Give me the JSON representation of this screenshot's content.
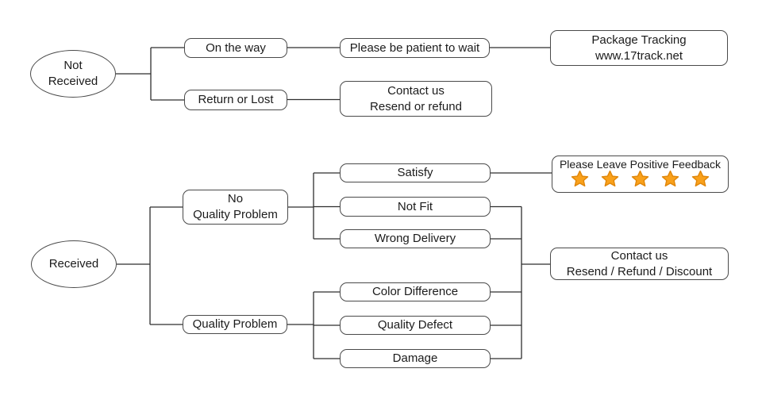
{
  "diagram": {
    "title": "order problem resolution flowchart",
    "nodes": {
      "not_received": "Not\nReceived",
      "on_the_way": "On the way",
      "please_wait": "Please be patient to wait",
      "package_tracking": "Package Tracking\nwww.17track.net",
      "return_or_lost": "Return or Lost",
      "contact_resend_refund": "Contact us\nResend or refund",
      "received": "Received",
      "no_quality_problem": "No\nQuality Problem",
      "quality_problem": "Quality Problem",
      "satisfy": "Satisfy",
      "not_fit": "Not Fit",
      "wrong_delivery": "Wrong Delivery",
      "color_difference": "Color Difference",
      "quality_defect": "Quality Defect",
      "damage": "Damage",
      "positive_feedback": "Please Leave Positive Feedback",
      "contact_resend_refund_discount": "Contact us\nResend / Refund / Discount"
    },
    "stars": {
      "count": 5,
      "fill": "#F9A11B",
      "stroke": "#E0860A"
    }
  }
}
